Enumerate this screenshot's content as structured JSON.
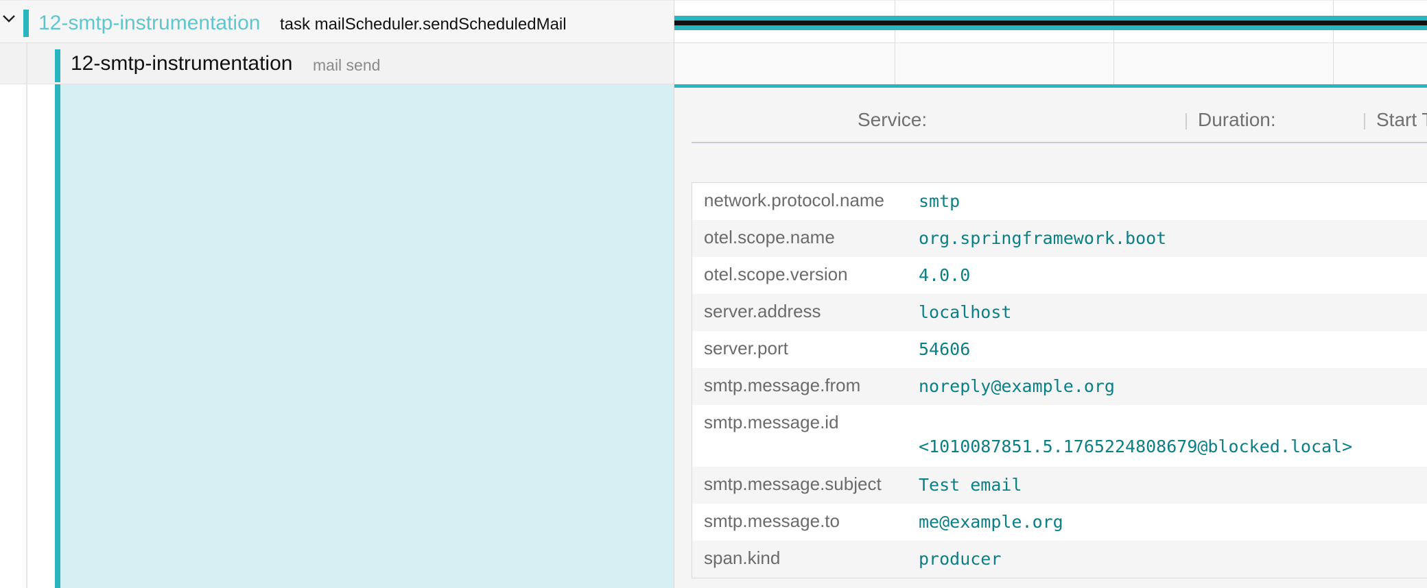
{
  "trace": {
    "root_span": {
      "service": "12-smtp-instrumentation",
      "operation": "task mailScheduler.sendScheduledMail"
    },
    "child_span": {
      "service": "12-smtp-instrumentation",
      "operation": "mail send"
    }
  },
  "detail_header": {
    "service_label": "Service:",
    "duration_label": "Duration:",
    "start_label": "Start T"
  },
  "attributes": [
    {
      "key": "network.protocol.name",
      "value": "smtp"
    },
    {
      "key": "otel.scope.name",
      "value": "org.springframework.boot"
    },
    {
      "key": "otel.scope.version",
      "value": "4.0.0"
    },
    {
      "key": "server.address",
      "value": "localhost"
    },
    {
      "key": "server.port",
      "value": "54606"
    },
    {
      "key": "smtp.message.from",
      "value": "noreply@example.org"
    },
    {
      "key": "smtp.message.id",
      "value": "<1010087851.5.1765224808679@blocked.local>"
    },
    {
      "key": "smtp.message.subject",
      "value": "Test email"
    },
    {
      "key": "smtp.message.to",
      "value": "me@example.org"
    },
    {
      "key": "span.kind",
      "value": "producer"
    }
  ],
  "colors": {
    "accent": "#29b5bd",
    "detail_bg": "#d6eff3",
    "value_text": "#0a7f85"
  },
  "icons": {
    "collapse": "chevron-down-icon"
  }
}
